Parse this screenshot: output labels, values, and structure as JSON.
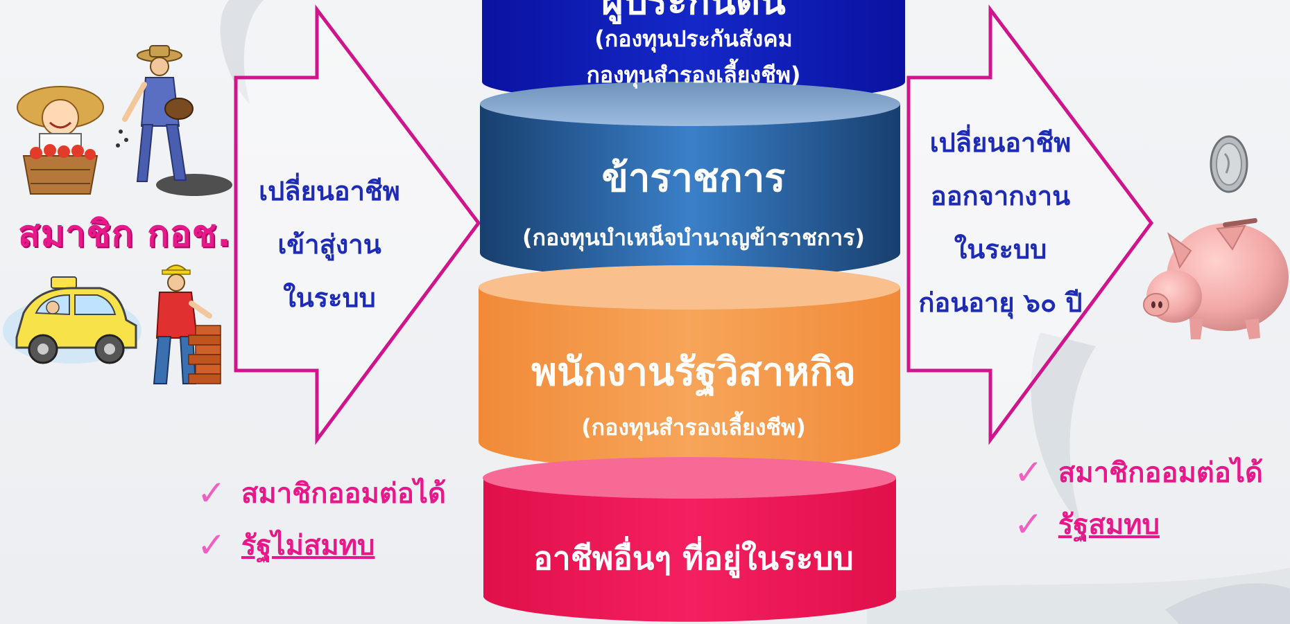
{
  "left_panel": {
    "group_label": "สมาชิก กอช.",
    "arrow_lines": [
      "เปลี่ยนอาชีพ",
      "เข้าสู่งาน",
      "ในระบบ"
    ],
    "bullets": [
      {
        "text": "สมาชิกออมต่อได้",
        "underlined": false
      },
      {
        "text": "รัฐไม่สมทบ",
        "underlined": true
      }
    ]
  },
  "cylinders": [
    {
      "id": "top",
      "title": "ผู้ประกันตน",
      "subtitle_lines": [
        "(กองทุนประกันสังคม",
        "กองทุนสำรองเลี้ยงชีพ)"
      ],
      "color": "#0a18b0"
    },
    {
      "id": "civil",
      "title": "ข้าราชการ",
      "subtitle_lines": [
        "(กองทุนบำเหน็จบำนาญข้าราชการ)"
      ],
      "color": "#2d6fb8"
    },
    {
      "id": "state",
      "title": "พนักงานรัฐวิสาหกิจ",
      "subtitle_lines": [
        "(กองทุนสำรองเลี้ยงชีพ)"
      ],
      "color": "#f4954a"
    },
    {
      "id": "other",
      "title": "อาชีพอื่นๆ ที่อยู่ในระบบ",
      "subtitle_lines": [],
      "color": "#ec1858"
    }
  ],
  "right_panel": {
    "arrow_lines": [
      "เปลี่ยนอาชีพ",
      "ออกจากงาน",
      "ในระบบ",
      "ก่อนอายุ ๖๐ ปี"
    ],
    "bullets": [
      {
        "text": "สมาชิกออมต่อได้",
        "underlined": false
      },
      {
        "text": "รัฐสมทบ",
        "underlined": true
      }
    ]
  },
  "colors": {
    "arrow_outline": "#d0148c",
    "arrow_text": "#1d2bb5",
    "bullet_text": "#e6188a",
    "check": "#f060c0"
  },
  "icons": [
    "farmer-icon",
    "worker-icon",
    "taxi-icon",
    "bricklayer-icon",
    "coin-icon",
    "piggy-bank-icon"
  ]
}
